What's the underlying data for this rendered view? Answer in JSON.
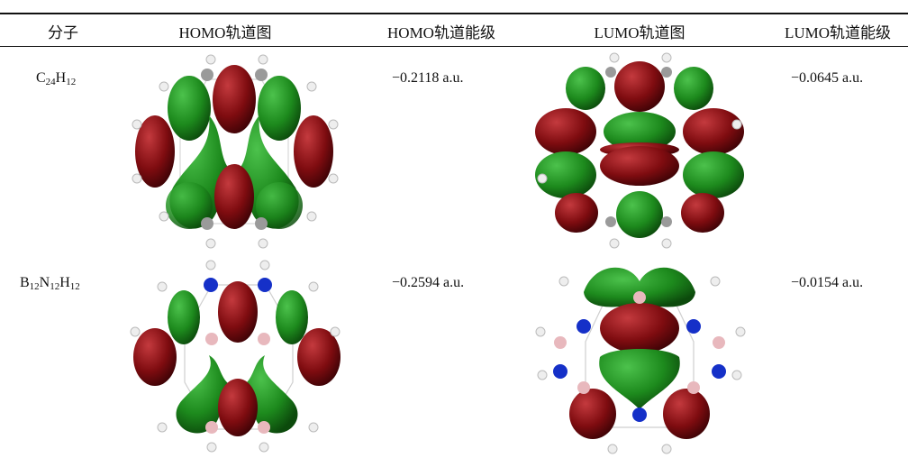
{
  "table": {
    "headers": [
      "分子",
      "HOMO轨道图",
      "HOMO轨道能级",
      "LUMO轨道图",
      "LUMO轨道能级"
    ],
    "rows": [
      {
        "molecule": {
          "base1": "C",
          "sub1": "24",
          "base2": "H",
          "sub2": "12",
          "base3": "",
          "sub3": ""
        },
        "homo_energy": "−0.2118 a.u.",
        "lumo_energy": "−0.0645 a.u."
      },
      {
        "molecule": {
          "base1": "B",
          "sub1": "12",
          "base2": "N",
          "sub2": "12",
          "base3": "H",
          "sub3": "12"
        },
        "homo_energy": "−0.2594 a.u.",
        "lumo_energy": "−0.0154 a.u."
      }
    ]
  },
  "colors": {
    "lobe_green": "#1d8a1d",
    "lobe_red": "#7f0c10",
    "carbon": "#9a9a9a",
    "nitrogen": "#1530c8",
    "boron": "#e8b8bd",
    "hydrogen": "#f2f2f2"
  }
}
